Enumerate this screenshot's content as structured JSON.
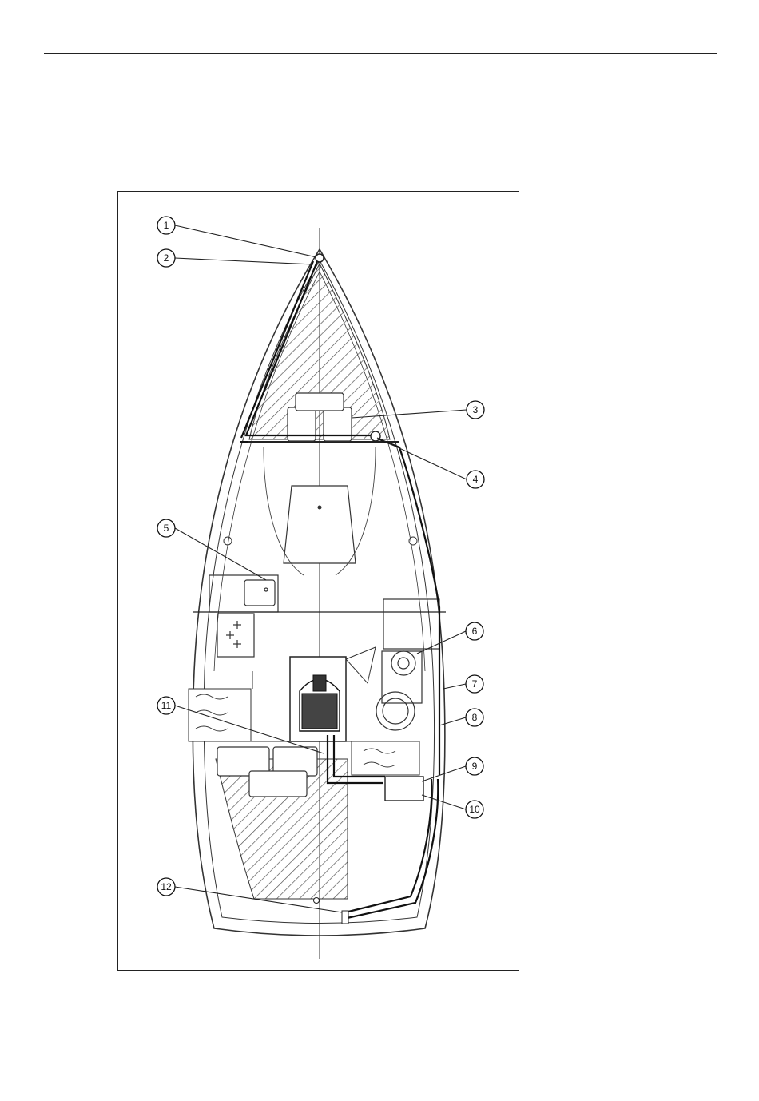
{
  "callouts": [
    {
      "id": "callout-1",
      "label": "1"
    },
    {
      "id": "callout-2",
      "label": "2"
    },
    {
      "id": "callout-3",
      "label": "3"
    },
    {
      "id": "callout-4",
      "label": "4"
    },
    {
      "id": "callout-5",
      "label": "5"
    },
    {
      "id": "callout-6",
      "label": "6"
    },
    {
      "id": "callout-7",
      "label": "7"
    },
    {
      "id": "callout-8",
      "label": "8"
    },
    {
      "id": "callout-9",
      "label": "9"
    },
    {
      "id": "callout-10",
      "label": "10"
    },
    {
      "id": "callout-11",
      "label": "11"
    },
    {
      "id": "callout-12",
      "label": "12"
    }
  ]
}
